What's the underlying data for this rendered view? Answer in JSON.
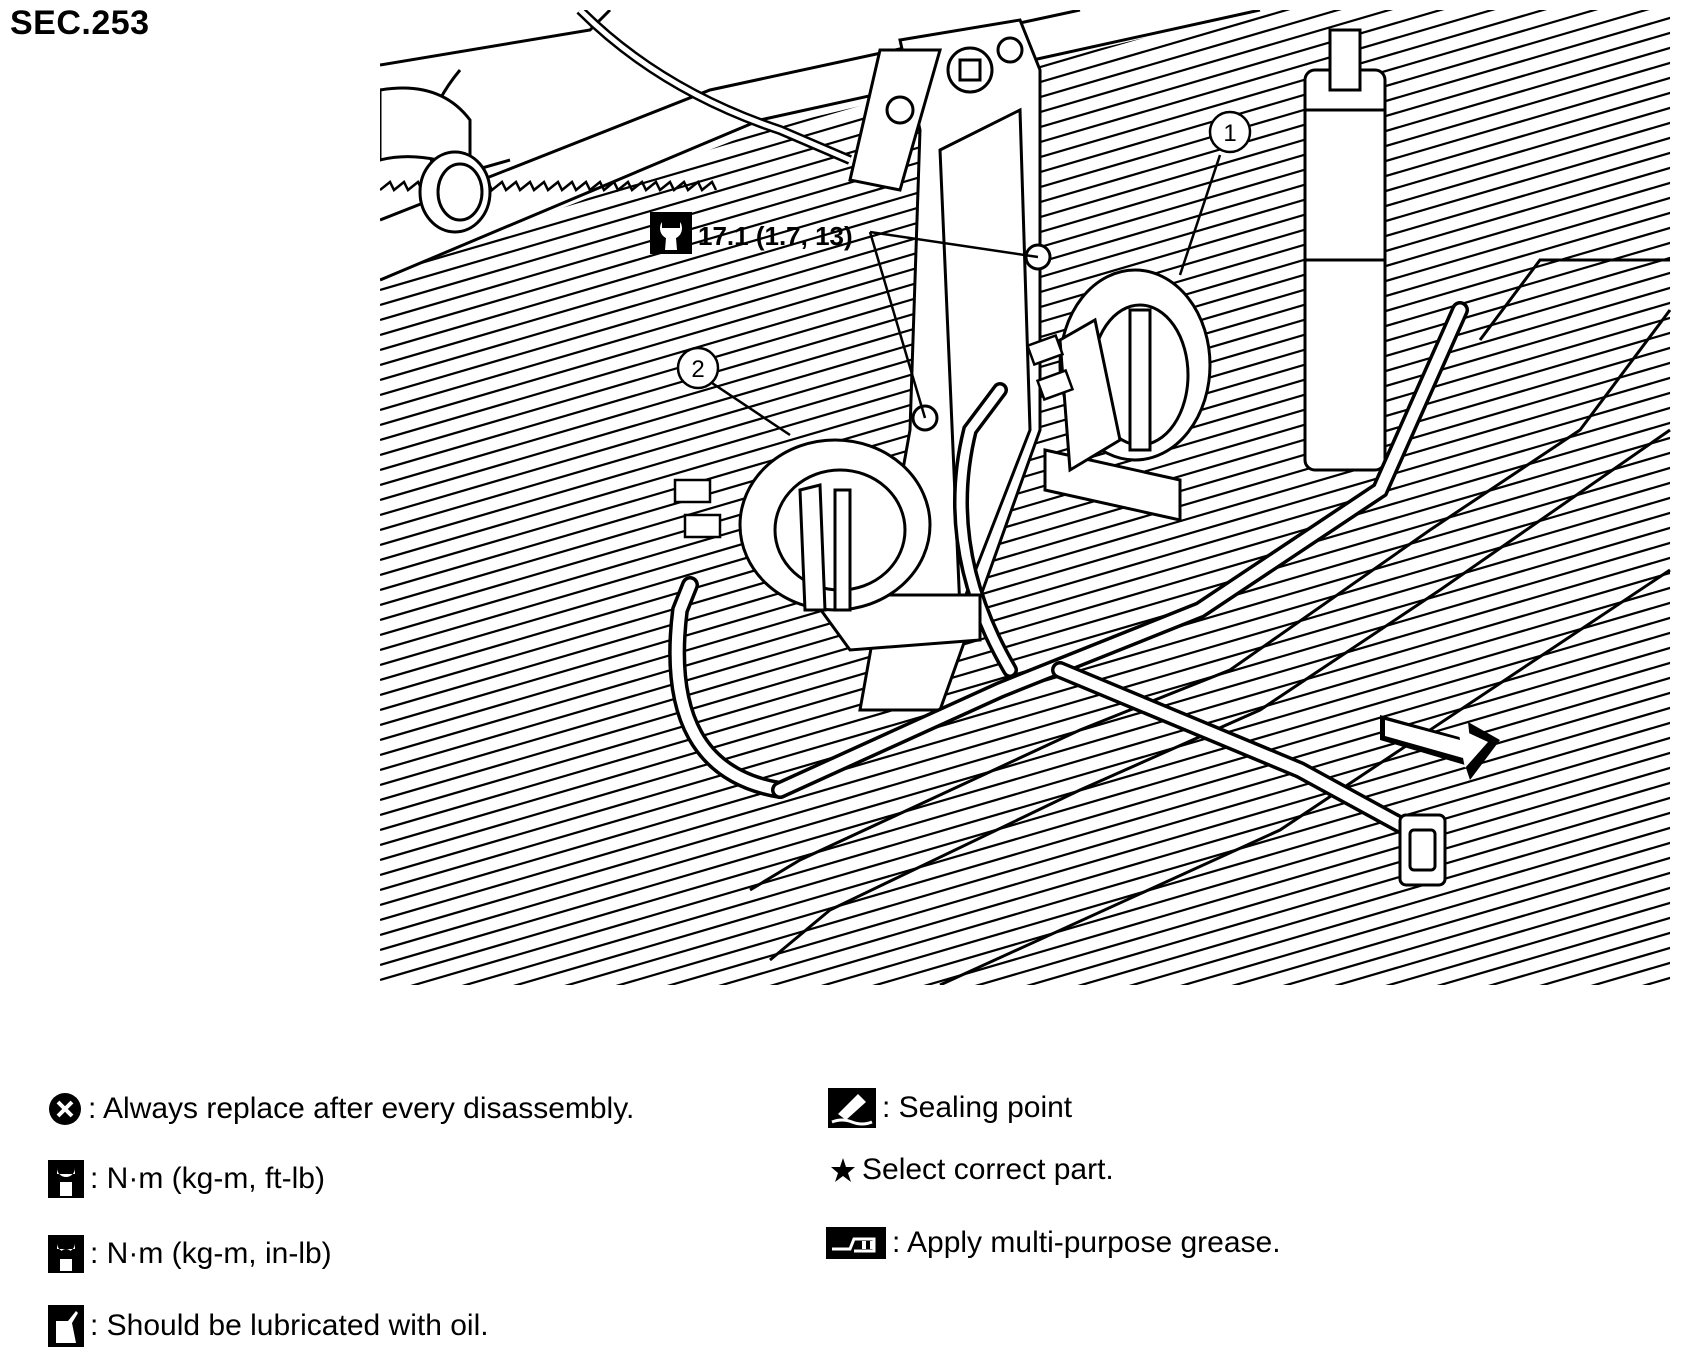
{
  "section_label": "SEC.253",
  "callouts": {
    "torque_value": "17.1 (1.7, 13)",
    "part_1": "1",
    "part_2": "2"
  },
  "legend": {
    "replace": ": Always replace after every disassembly.",
    "torque_ftlb": ": N·m (kg-m, ft-lb)",
    "torque_inlb": ": N·m (kg-m, in-lb)",
    "lubricate_oil": ": Should be lubricated with oil.",
    "sealing_point": ": Sealing point",
    "select_part": "Select correct part.",
    "grease": ": Apply multi-purpose grease."
  },
  "icons": {
    "replace": "circle-x-icon",
    "torque_ftlb": "torque-wrench-icon",
    "torque_inlb": "torque-wrench-filled-icon",
    "lubricate_oil": "oil-can-icon",
    "sealing_point": "sealant-icon",
    "select_part": "star-icon",
    "grease": "grease-gun-icon"
  },
  "colors": {
    "ink": "#000000",
    "paper": "#ffffff"
  }
}
